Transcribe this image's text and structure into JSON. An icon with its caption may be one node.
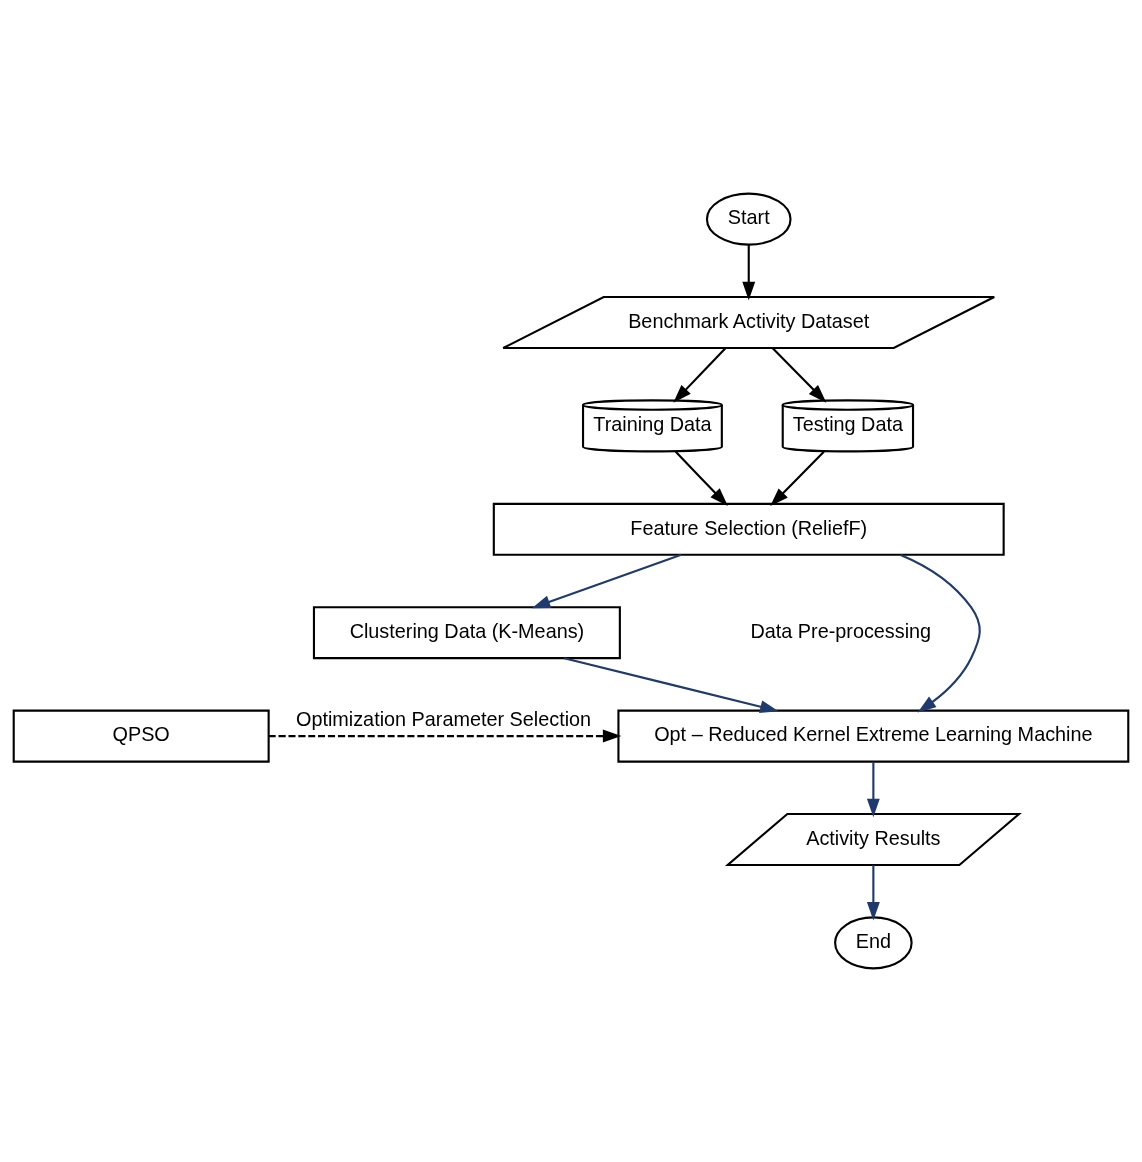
{
  "diagram": {
    "nodes": [
      {
        "text": [
          "Start"
        ]
      },
      {
        "text": [
          "Benchmark Activity Dataset"
        ]
      },
      {
        "text": [
          "Training Data"
        ]
      },
      {
        "text": [
          "Testing Data"
        ]
      },
      {
        "text": [
          "Feature Selection (ReliefF)"
        ]
      },
      {
        "text": [
          "Clustering Data (K-Means)"
        ]
      },
      {
        "text": [
          "QPSO"
        ]
      },
      {
        "text": [
          "Opt – Reduced Kernel Extreme Learning Machine"
        ]
      },
      {
        "text": [
          "Activity Results"
        ]
      },
      {
        "text": [
          "End"
        ]
      }
    ],
    "edges": [
      {
        "from": 0,
        "to": 1,
        "arrow": "to"
      },
      {
        "from": 1,
        "to": 2,
        "arrow": "to"
      },
      {
        "from": 1,
        "to": 3,
        "arrow": "to"
      },
      {
        "from": 2,
        "to": 4,
        "arrow": "to"
      },
      {
        "from": 3,
        "to": 4,
        "arrow": "to"
      },
      {
        "from": 4,
        "to": 5,
        "arrow": "to",
        "color": "#1f3a6e"
      },
      {
        "from": 4,
        "to": 7,
        "arrow": "to",
        "color": "#1f3a6e"
      },
      {
        "from": 5,
        "to": 7,
        "arrow": "to",
        "color": "#1f3a6e"
      },
      {
        "from": 6,
        "to": 7,
        "arrow": "to",
        "style": "dashed",
        "label": "Optimization Parameter Selection"
      },
      {
        "from": 7,
        "to": 8,
        "arrow": "to",
        "color": "#1f3a6e"
      },
      {
        "from": 8,
        "to": 9,
        "arrow": "to",
        "color": "#1f3a6e"
      }
    ],
    "labels": [
      "Data Pre-processing"
    ]
  }
}
